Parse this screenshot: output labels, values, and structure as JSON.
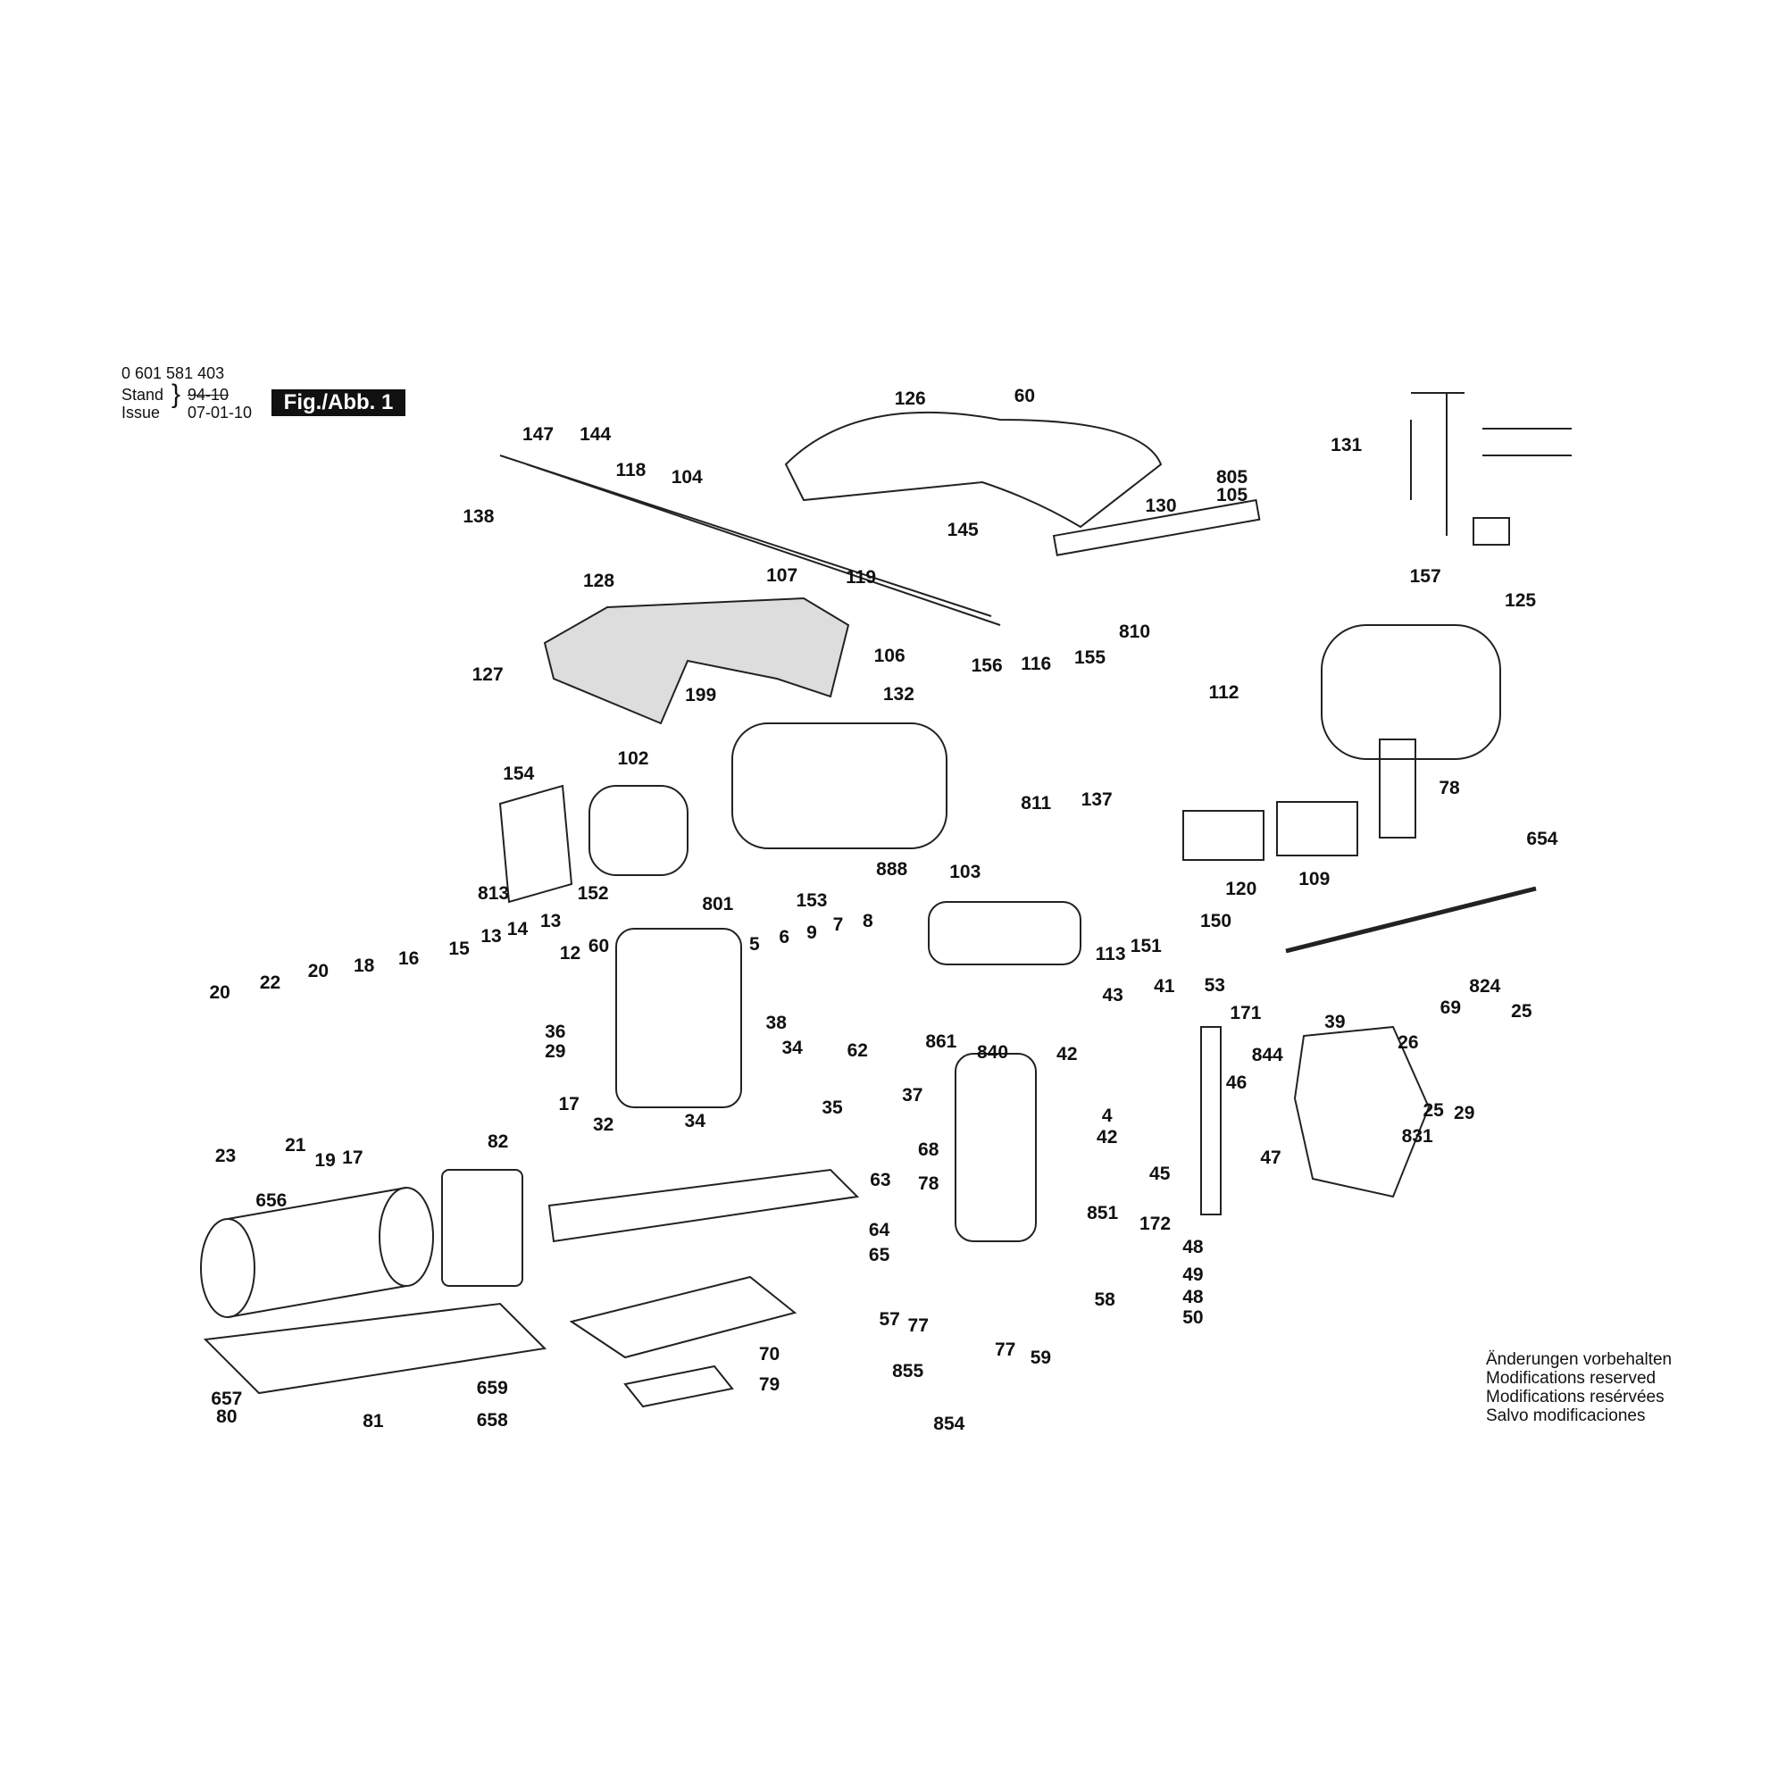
{
  "header": {
    "part_number": "0 601 581 403",
    "stand_label": "Stand",
    "issue_label": "Issue",
    "old_date": "94-10",
    "issue_date": "07-01-10",
    "figure_label": "Fig./Abb. 1"
  },
  "notes": [
    "Änderungen vorbehalten",
    "Modifications reserved",
    "Modifications resérvées",
    "Salvo modificaciones"
  ],
  "labels": [
    "126",
    "60",
    "147",
    "144",
    "118",
    "104",
    "138",
    "130",
    "131",
    "805",
    "105",
    "145",
    "128",
    "107",
    "119",
    "157",
    "125",
    "810",
    "106",
    "156",
    "116",
    "155",
    "127",
    "132",
    "199",
    "112",
    "154",
    "102",
    "78",
    "811",
    "137",
    "654",
    "153",
    "888",
    "103",
    "120",
    "109",
    "150",
    "152",
    "813",
    "801",
    "14",
    "13",
    "13",
    "113",
    "151",
    "5",
    "6",
    "9",
    "7",
    "8",
    "12",
    "60",
    "15",
    "16",
    "18",
    "22",
    "20",
    "20",
    "53",
    "824",
    "41",
    "43",
    "171",
    "25",
    "69",
    "39",
    "38",
    "36",
    "29",
    "861",
    "840",
    "62",
    "34",
    "42",
    "844",
    "26",
    "46",
    "17",
    "32",
    "37",
    "35",
    "34",
    "4",
    "42",
    "23",
    "21",
    "19",
    "17",
    "68",
    "25",
    "29",
    "831",
    "45",
    "47",
    "82",
    "63",
    "656",
    "78",
    "851",
    "172",
    "48",
    "64",
    "65",
    "49",
    "48",
    "50",
    "58",
    "57",
    "77",
    "77",
    "59",
    "70",
    "855",
    "79",
    "657",
    "80",
    "659",
    "81",
    "658",
    "854"
  ]
}
